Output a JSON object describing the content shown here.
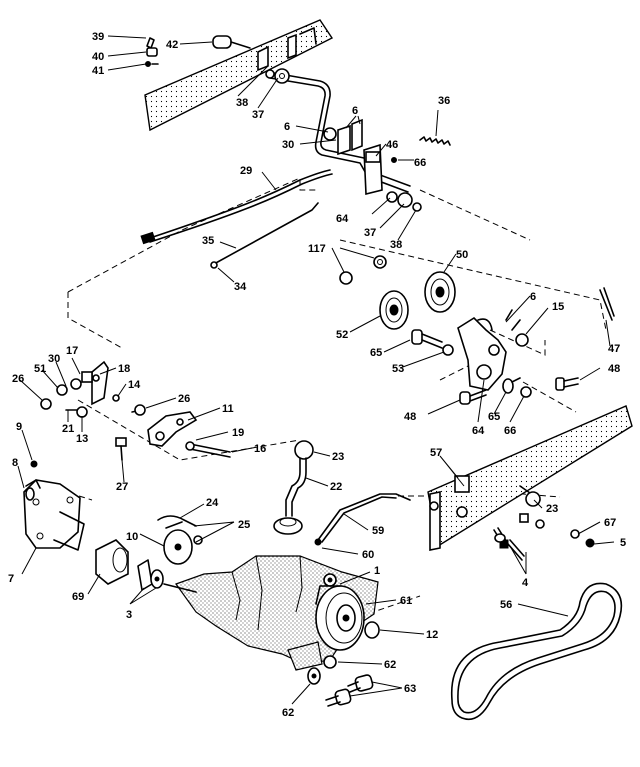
{
  "labels": [
    {
      "n": "39"
    },
    {
      "n": "40"
    },
    {
      "n": "41"
    },
    {
      "n": "42"
    },
    {
      "n": "38"
    },
    {
      "n": "37"
    },
    {
      "n": "36"
    },
    {
      "n": "6"
    },
    {
      "n": "6"
    },
    {
      "n": "30"
    },
    {
      "n": "46"
    },
    {
      "n": "66"
    },
    {
      "n": "29"
    },
    {
      "n": "64"
    },
    {
      "n": "37"
    },
    {
      "n": "38"
    },
    {
      "n": "35"
    },
    {
      "n": "34"
    },
    {
      "n": "117"
    },
    {
      "n": "50"
    },
    {
      "n": "6"
    },
    {
      "n": "15"
    },
    {
      "n": "47"
    },
    {
      "n": "52"
    },
    {
      "n": "65"
    },
    {
      "n": "53"
    },
    {
      "n": "48"
    },
    {
      "n": "48"
    },
    {
      "n": "64"
    },
    {
      "n": "65"
    },
    {
      "n": "66"
    },
    {
      "n": "17"
    },
    {
      "n": "30"
    },
    {
      "n": "51"
    },
    {
      "n": "18"
    },
    {
      "n": "26"
    },
    {
      "n": "14"
    },
    {
      "n": "26"
    },
    {
      "n": "11"
    },
    {
      "n": "9"
    },
    {
      "n": "21"
    },
    {
      "n": "13"
    },
    {
      "n": "19"
    },
    {
      "n": "16"
    },
    {
      "n": "8"
    },
    {
      "n": "27"
    },
    {
      "n": "23"
    },
    {
      "n": "22"
    },
    {
      "n": "24"
    },
    {
      "n": "25"
    },
    {
      "n": "10"
    },
    {
      "n": "57"
    },
    {
      "n": "23"
    },
    {
      "n": "59"
    },
    {
      "n": "67"
    },
    {
      "n": "5"
    },
    {
      "n": "7"
    },
    {
      "n": "60"
    },
    {
      "n": "69"
    },
    {
      "n": "1"
    },
    {
      "n": "3"
    },
    {
      "n": "4"
    },
    {
      "n": "61"
    },
    {
      "n": "56"
    },
    {
      "n": "12"
    },
    {
      "n": "62"
    },
    {
      "n": "63"
    },
    {
      "n": "62"
    }
  ]
}
